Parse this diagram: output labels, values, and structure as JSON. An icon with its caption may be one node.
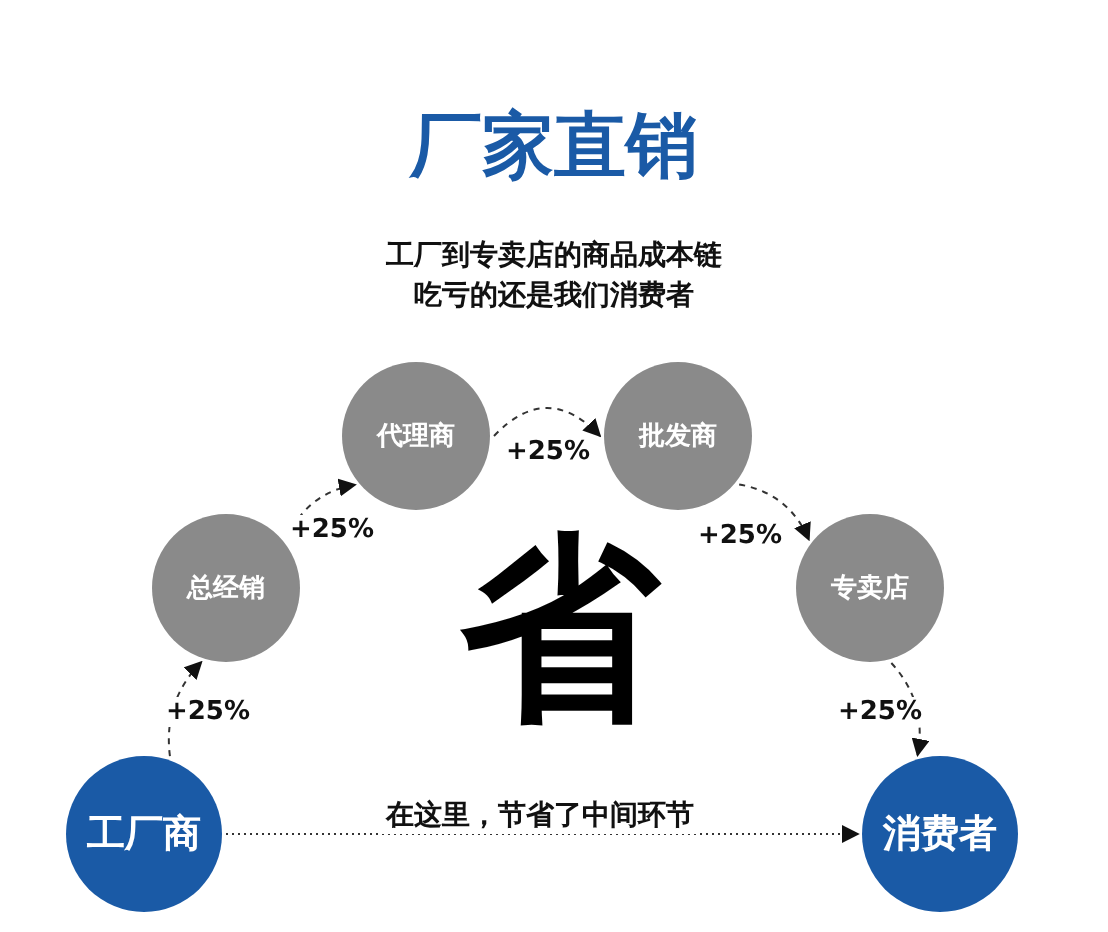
{
  "diagram": {
    "title": "厂家直销",
    "nodes": [
      {
        "text": [
          "工厂商"
        ]
      },
      {
        "text": [
          "总经销"
        ]
      },
      {
        "text": [
          "代理商"
        ]
      },
      {
        "text": [
          "批发商"
        ]
      },
      {
        "text": [
          "专卖店"
        ]
      },
      {
        "text": [
          "消费者"
        ]
      }
    ],
    "edges": [
      {
        "from": 0,
        "to": 1,
        "arrow": "to",
        "label": "+25%",
        "style": "dashed"
      },
      {
        "from": 1,
        "to": 2,
        "arrow": "to",
        "label": "+25%",
        "style": "dashed"
      },
      {
        "from": 2,
        "to": 3,
        "arrow": "to",
        "label": "+25%",
        "style": "dashed"
      },
      {
        "from": 3,
        "to": 4,
        "arrow": "to",
        "label": "+25%",
        "style": "dashed"
      },
      {
        "from": 4,
        "to": 5,
        "arrow": "to",
        "label": "+25%",
        "style": "dashed"
      },
      {
        "from": 0,
        "to": 5,
        "arrow": "to",
        "label": "在这里，节省了中间环节"
      }
    ],
    "labels": [
      "工厂到专卖店的商品成本链吃亏的还是我们消费者",
      "省"
    ]
  }
}
